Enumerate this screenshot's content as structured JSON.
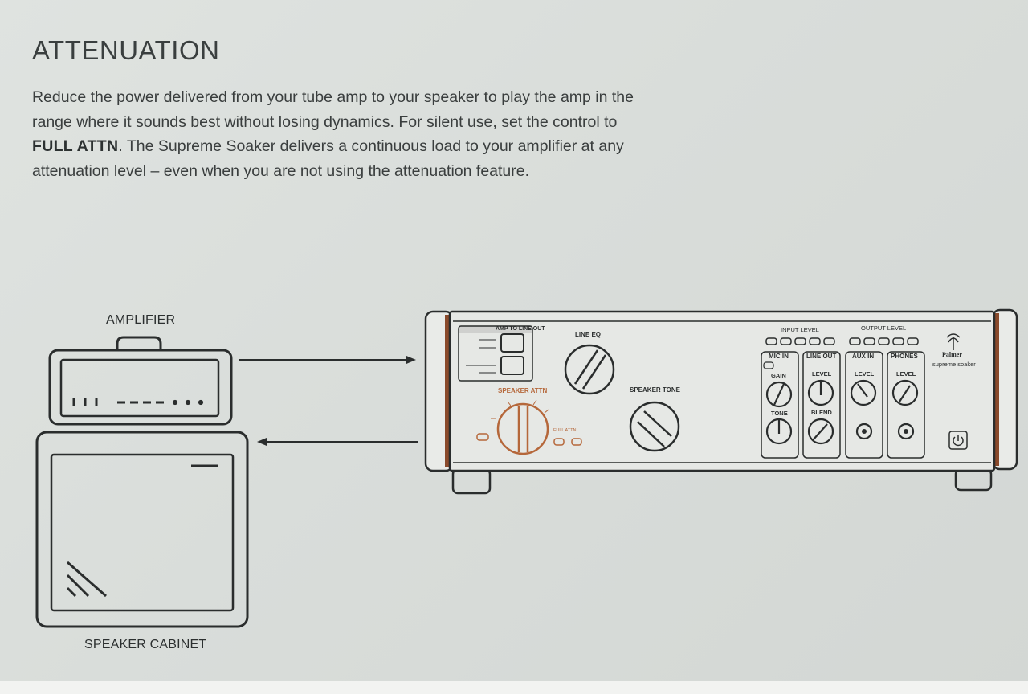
{
  "heading": "ATTENUATION",
  "body": {
    "part1": "Reduce the power delivered from your tube amp to your speaker to play the amp in the range where it sounds best without losing dynamics. For silent use, set the control to ",
    "bold": "FULL ATTN",
    "part2": ". The Supreme Soaker delivers a continuous load to your amplifier at any attenuation level – even when you are not using the attenuation feature."
  },
  "labels": {
    "amplifier": "AMPLIFIER",
    "speaker_cabinet": "SPEAKER CABINET"
  },
  "device": {
    "amp_to_line_out": "AMP TO LINE OUT",
    "line_eq": "LINE EQ",
    "speaker_attn": "SPEAKER ATTN",
    "speaker_tone": "SPEAKER TONE",
    "input_level": "INPUT LEVEL",
    "output_level": "OUTPUT LEVEL",
    "brand": "Palmer",
    "model": "supreme soaker",
    "mic_in": "MIC IN",
    "line_out": "LINE OUT",
    "aux_in": "AUX IN",
    "phones": "PHONES",
    "gain": "GAIN",
    "tone": "TONE",
    "level": "LEVEL",
    "blend": "BLEND",
    "full_attn": "FULL ATTN"
  },
  "colors": {
    "accent": "#b5673a",
    "wood": "#8a4a2b",
    "line": "#2a2d2d"
  }
}
